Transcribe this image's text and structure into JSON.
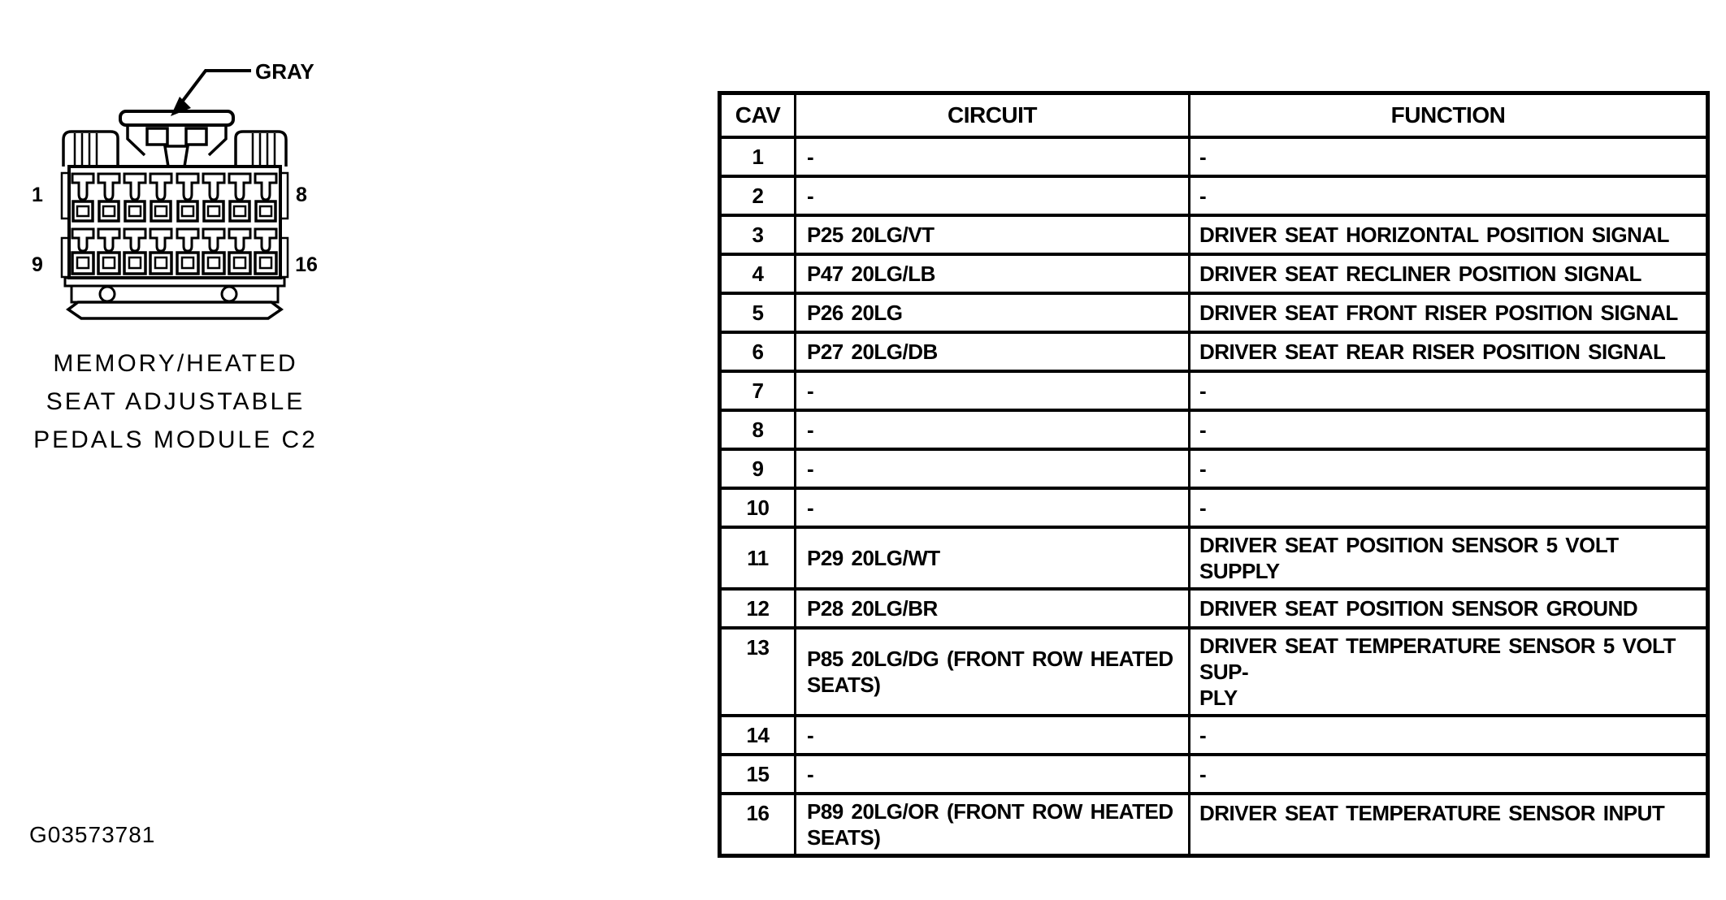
{
  "colors": {
    "ink": "#000000",
    "paper": "#ffffff"
  },
  "connector": {
    "color_label": "GRAY",
    "pin_labels": {
      "top_left": "1",
      "top_right": "8",
      "bottom_left": "9",
      "bottom_right": "16"
    },
    "caption_lines": [
      "MEMORY/HEATED",
      "SEAT ADJUSTABLE",
      "PEDALS MODULE C2"
    ]
  },
  "figure_id": "G03573781",
  "table": {
    "headers": [
      "CAV",
      "CIRCUIT",
      "FUNCTION"
    ],
    "rows": [
      {
        "cav": "1",
        "circuit": "-",
        "function": "-"
      },
      {
        "cav": "2",
        "circuit": "-",
        "function": "-"
      },
      {
        "cav": "3",
        "circuit": "P25 20LG/VT",
        "function": "DRIVER SEAT HORIZONTAL POSITION SIGNAL"
      },
      {
        "cav": "4",
        "circuit": "P47 20LG/LB",
        "function": "DRIVER SEAT RECLINER POSITION SIGNAL"
      },
      {
        "cav": "5",
        "circuit": "P26 20LG",
        "function": "DRIVER SEAT FRONT RISER POSITION SIGNAL"
      },
      {
        "cav": "6",
        "circuit": "P27 20LG/DB",
        "function": "DRIVER SEAT REAR RISER POSITION SIGNAL"
      },
      {
        "cav": "7",
        "circuit": "-",
        "function": "-"
      },
      {
        "cav": "8",
        "circuit": "-",
        "function": "-"
      },
      {
        "cav": "9",
        "circuit": "-",
        "function": "-"
      },
      {
        "cav": "10",
        "circuit": "-",
        "function": "-"
      },
      {
        "cav": "11",
        "circuit": "P29 20LG/WT",
        "function": "DRIVER SEAT POSITION SENSOR 5 VOLT SUPPLY"
      },
      {
        "cav": "12",
        "circuit": "P28 20LG/BR",
        "function": "DRIVER SEAT POSITION SENSOR GROUND"
      },
      {
        "cav": "13",
        "circuit": "P85 20LG/DG (FRONT ROW HEATED\nSEATS)",
        "function": "DRIVER SEAT TEMPERATURE SENSOR 5 VOLT SUP-\nPLY"
      },
      {
        "cav": "14",
        "circuit": "-",
        "function": "-"
      },
      {
        "cav": "15",
        "circuit": "-",
        "function": "-"
      },
      {
        "cav": "16",
        "circuit": "P89 20LG/OR (FRONT ROW HEATED\nSEATS)",
        "function": "DRIVER SEAT TEMPERATURE SENSOR INPUT"
      }
    ]
  }
}
